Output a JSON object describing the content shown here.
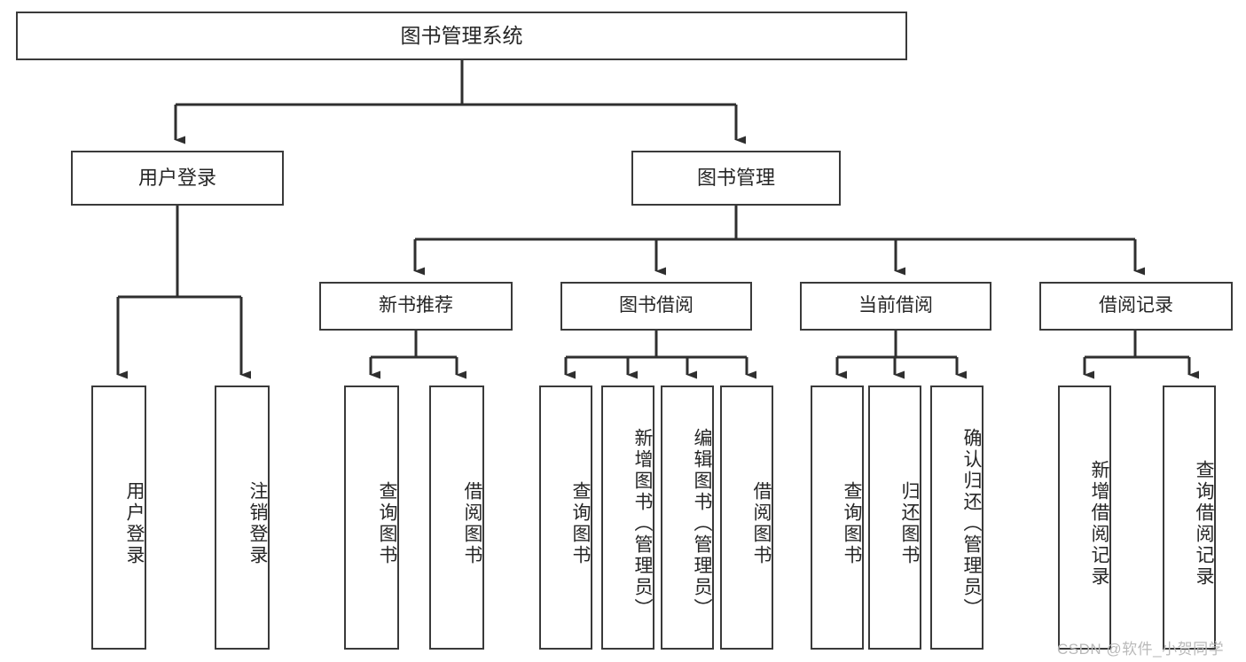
{
  "diagram": {
    "type": "tree-hierarchy-chart",
    "title": "图书管理系统",
    "root": {
      "label": "图书管理系统",
      "level": 1
    },
    "level2": [
      {
        "label": "用户登录"
      },
      {
        "label": "图书管理"
      }
    ],
    "level3": [
      {
        "label": "新书推荐"
      },
      {
        "label": "图书借阅"
      },
      {
        "label": "当前借阅"
      },
      {
        "label": "借阅记录"
      }
    ],
    "leaves": {
      "user_login": [
        {
          "label": "用户登录"
        },
        {
          "label": "注销登录"
        }
      ],
      "new_book_recommend": [
        {
          "label": "查询图书"
        },
        {
          "label": "借阅图书"
        }
      ],
      "book_borrow": [
        {
          "label": "查询图书"
        },
        {
          "label": "新增图书（管理员）"
        },
        {
          "label": "编辑图书（管理员）"
        },
        {
          "label": "借阅图书"
        }
      ],
      "current_borrow": [
        {
          "label": "查询图书"
        },
        {
          "label": "归还图书"
        },
        {
          "label": "确认归还（管理员）"
        }
      ],
      "borrow_record": [
        {
          "label": "新增借阅记录"
        },
        {
          "label": "查询借阅记录"
        }
      ]
    },
    "watermark": "CSDN @软件_小贺同学",
    "colors": {
      "box_border": "#3a3a3a",
      "text": "#262626",
      "connector": "#2f2f2f",
      "background": "#ffffff",
      "watermark": "#b9b9b9"
    }
  }
}
